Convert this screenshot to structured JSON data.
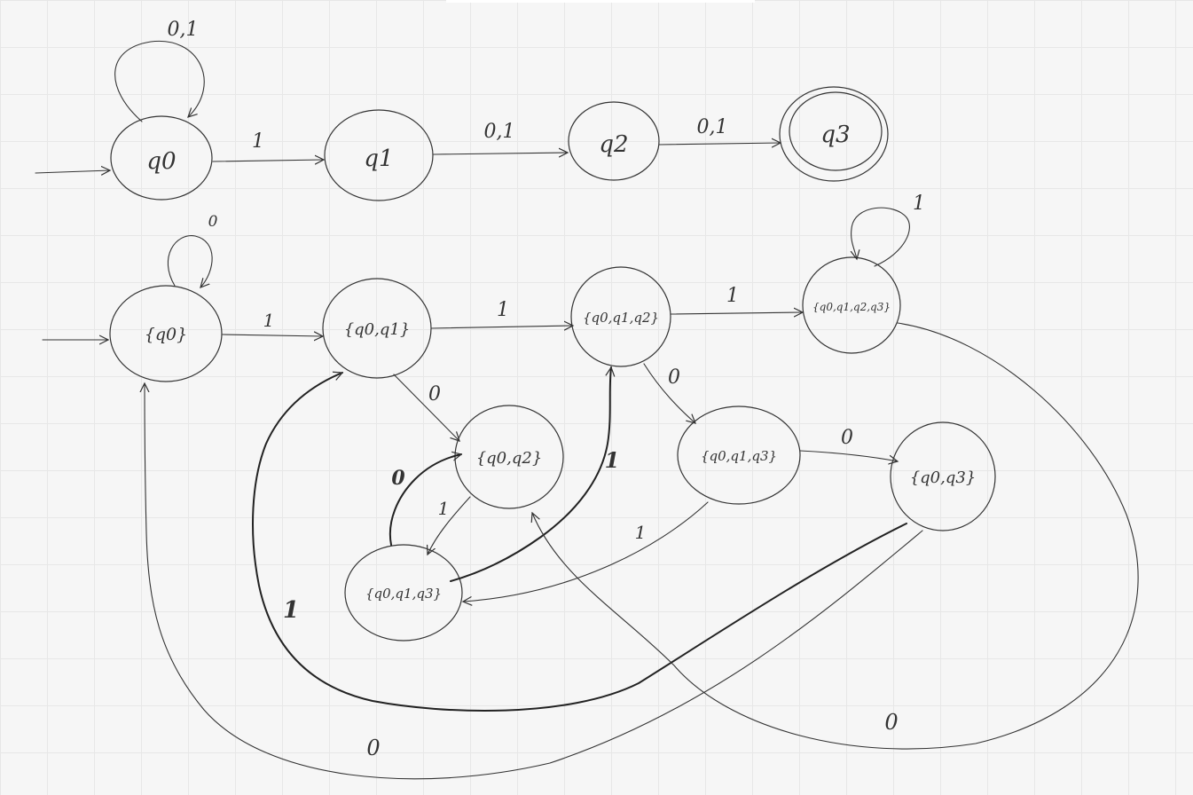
{
  "nfa": {
    "states": [
      {
        "id": "q0",
        "label": "q0",
        "accepting": false,
        "start": true
      },
      {
        "id": "q1",
        "label": "q1",
        "accepting": false
      },
      {
        "id": "q2",
        "label": "q2",
        "accepting": false
      },
      {
        "id": "q3",
        "label": "q3",
        "accepting": true
      }
    ],
    "transitions": [
      {
        "from": "q0",
        "to": "q0",
        "label": "0,1"
      },
      {
        "from": "q0",
        "to": "q1",
        "label": "1"
      },
      {
        "from": "q1",
        "to": "q2",
        "label": "0,1"
      },
      {
        "from": "q2",
        "to": "q3",
        "label": "0,1"
      }
    ]
  },
  "dfa": {
    "states": [
      {
        "id": "A",
        "label": "{q0}",
        "start": true
      },
      {
        "id": "B",
        "label": "{q0,q1}"
      },
      {
        "id": "C",
        "label": "{q0,q1,q2}"
      },
      {
        "id": "D",
        "label": "{q0,q1,q2,q3}"
      },
      {
        "id": "E",
        "label": "{q0,q2}"
      },
      {
        "id": "F",
        "label": "{q0,q1,q3}"
      },
      {
        "id": "G",
        "label": "{q0,q1,q3}"
      },
      {
        "id": "H",
        "label": "{q0,q3}"
      }
    ],
    "transitions": [
      {
        "from": "A",
        "to": "A",
        "label": "0"
      },
      {
        "from": "A",
        "to": "B",
        "label": "1"
      },
      {
        "from": "B",
        "to": "C",
        "label": "1"
      },
      {
        "from": "B",
        "to": "E",
        "label": "0"
      },
      {
        "from": "C",
        "to": "D",
        "label": "1"
      },
      {
        "from": "C",
        "to": "G",
        "label": "0"
      },
      {
        "from": "D",
        "to": "D",
        "label": "1"
      },
      {
        "from": "D",
        "to": "E",
        "label": "0"
      },
      {
        "from": "E",
        "to": "F",
        "label": "1"
      },
      {
        "from": "F",
        "to": "E",
        "label": "0"
      },
      {
        "from": "F",
        "to": "C",
        "label": "1"
      },
      {
        "from": "G",
        "to": "H",
        "label": "0"
      },
      {
        "from": "G",
        "to": "F",
        "label": "1"
      },
      {
        "from": "H",
        "to": "B",
        "label": "1"
      },
      {
        "from": "H",
        "to": "A",
        "label": "0"
      }
    ]
  }
}
